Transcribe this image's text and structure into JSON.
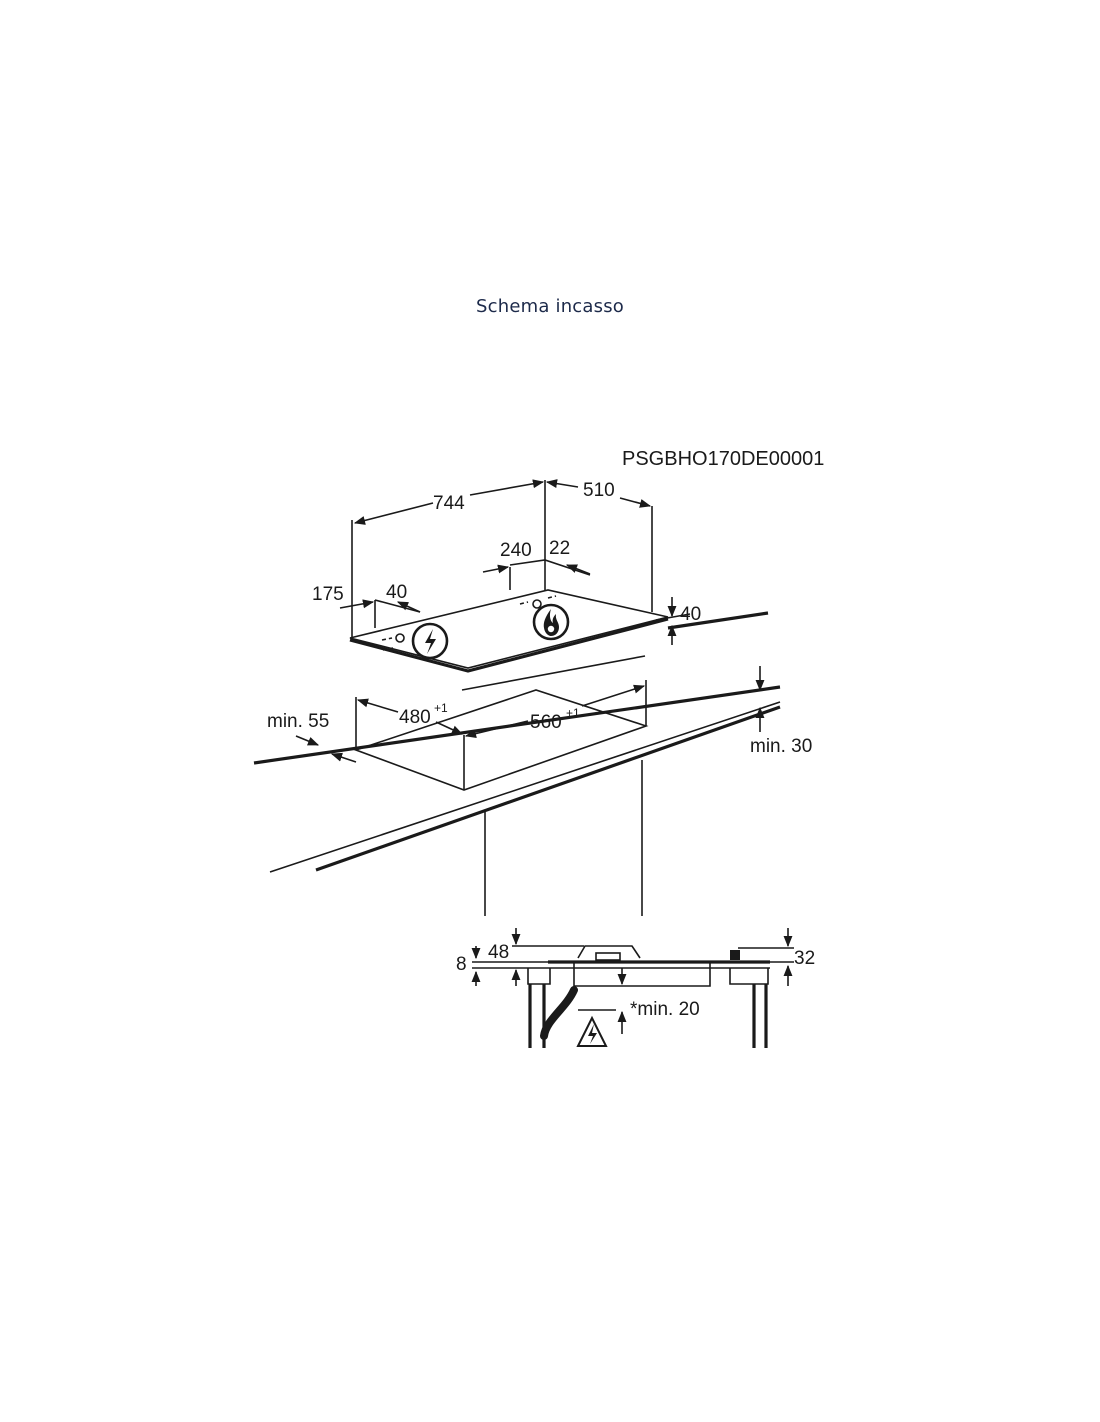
{
  "page": {
    "title": "Schema incasso"
  },
  "diagram": {
    "code": "PSGBHO170DE00001",
    "hob_dimensions": {
      "width": "744",
      "depth": "510",
      "thickness": "40"
    },
    "knob_offsets": {
      "left_offset": "175",
      "left_gap": "40",
      "burner_offset": "240",
      "burner_gap": "22"
    },
    "cutout": {
      "depth": "480",
      "depth_tol": "+1",
      "width": "560",
      "width_tol": "+1"
    },
    "clearances": {
      "front": "min. 55",
      "back": "min. 30",
      "below": "*min. 20"
    },
    "side_view": {
      "glass": "8",
      "burner_height": "48",
      "knob_height": "32"
    },
    "icons": [
      "electric-warning-icon",
      "gas-flame-icon",
      "electric-warning-triangle-icon"
    ]
  }
}
